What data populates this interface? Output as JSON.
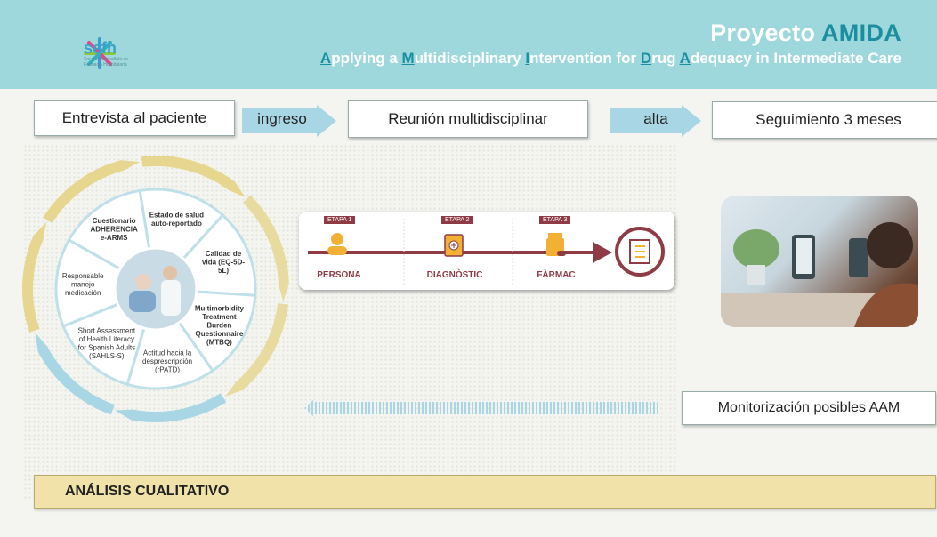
{
  "header": {
    "logo_name": "sefh",
    "logo_sub": "Sociedad Española de Farmacia Hospitalaria",
    "title_prefix": "Proyecto ",
    "title_highlight": "AMIDA",
    "subtitle_parts": [
      {
        "cap": "A",
        "rest": "pplying a "
      },
      {
        "cap": "M",
        "rest": "ultidisciplinary "
      },
      {
        "cap": "I",
        "rest": "ntervention for "
      },
      {
        "cap": "D",
        "rest": "rug "
      },
      {
        "cap": "A",
        "rest": "dequacy in Intermediate Care"
      }
    ]
  },
  "flow": {
    "step1": "Entrevista al paciente",
    "arrow1": "ingreso",
    "step2": "Reunión multidisciplinar",
    "arrow2": "alta",
    "step3": "Seguimiento 3 meses"
  },
  "cycle": {
    "segments": [
      {
        "lines": [
          "Responsable",
          "manejo",
          "medicación"
        ],
        "bold": false
      },
      {
        "lines": [
          "Cuestionario",
          "ADHERENCIA",
          "e-ARMS"
        ],
        "bold": true
      },
      {
        "lines": [
          "Estado de salud",
          "auto-reportado"
        ],
        "bold": true
      },
      {
        "lines": [
          "Calidad de",
          "vida (EQ-5D-",
          "5L)"
        ],
        "bold": true
      },
      {
        "lines": [
          "Multimorbidity",
          "Treatment",
          "Burden",
          "Questionnaire",
          "(MTBQ)"
        ],
        "bold": true
      },
      {
        "lines": [
          "Actitud hacia la",
          "desprescripción",
          "(rPATD)"
        ],
        "bold": false
      },
      {
        "lines": [
          "Short Assessment",
          "of Health Literacy",
          "for Spanish Adults",
          "(SAHLS-S)"
        ],
        "bold": false
      }
    ]
  },
  "etapas": [
    {
      "label": "ETAPA 1",
      "name": "PERSONA"
    },
    {
      "label": "ETAPA 2",
      "name": "DIAGNÒSTIC"
    },
    {
      "label": "ETAPA 3",
      "name": "FÀRMAC"
    }
  ],
  "monitor": "Monitorización posibles AAM",
  "analisis": "ANÁLISIS CUALITATIVO",
  "colors": {
    "header": "#9fd8dc",
    "accent": "#1b8fa0",
    "etapa": "#8e3b45",
    "arrow": "#a9d6e4",
    "cycle_gold": "#e6d690"
  }
}
